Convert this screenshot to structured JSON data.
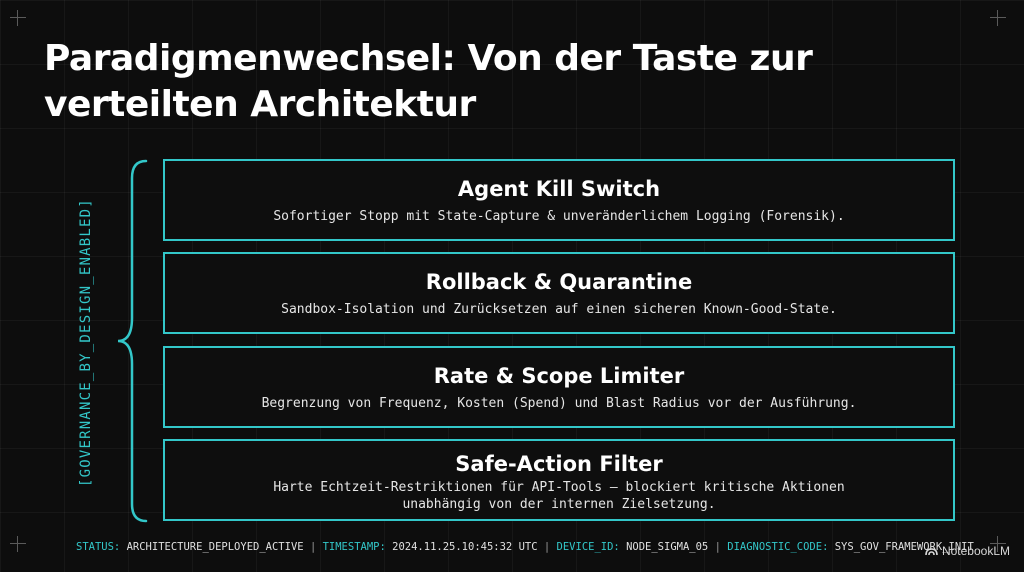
{
  "slide": {
    "title_line1": "Paradigmenwechsel: Von der Taste zur",
    "title_line2": "verteilten Architektur",
    "side_label": "[GOVERNANCE_BY_DESIGN_ENABLED]"
  },
  "layers": [
    {
      "title": "Agent Kill Switch",
      "description": "Sofortiger Stopp mit State-Capture & unveränderlichem Logging (Forensik)."
    },
    {
      "title": "Rollback & Quarantine",
      "description": "Sandbox-Isolation und Zurücksetzen auf einen sicheren Known-Good-State."
    },
    {
      "title": "Rate & Scope Limiter",
      "description": "Begrenzung von Frequenz, Kosten (Spend) und Blast Radius vor der Ausführung."
    },
    {
      "title": "Safe-Action Filter",
      "description_line1": "Harte Echtzeit-Restriktionen für API-Tools – blockiert kritische Aktionen",
      "description_line2": "unabhängig von der internen Zielsetzung."
    }
  ],
  "status_bar": {
    "status_key": "STATUS:",
    "status_value": "ARCHITECTURE_DEPLOYED_ACTIVE",
    "timestamp_key": "TIMESTAMP:",
    "timestamp_value": "2024.11.25.10:45:32 UTC",
    "device_key": "DEVICE_ID:",
    "device_value": "NODE_SIGMA_05",
    "diagnostic_key": "DIAGNOSTIC_CODE:",
    "diagnostic_value": "SYS_GOV_FRAMEWORK_INIT",
    "separator": "|"
  },
  "brand": {
    "name": "NotebookLM",
    "icon": "notebooklm-logo-icon"
  },
  "colors": {
    "accent": "#33c7c9",
    "background": "#0d0d0d",
    "text": "#ffffff"
  }
}
